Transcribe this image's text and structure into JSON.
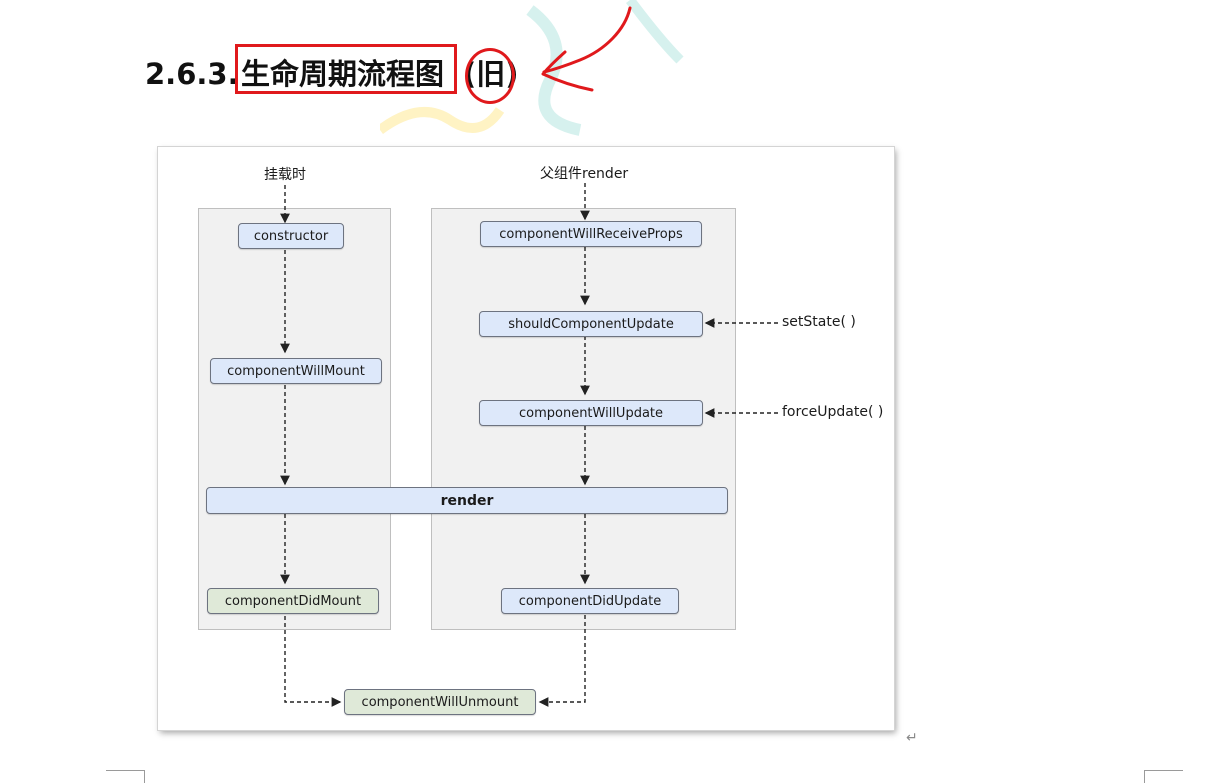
{
  "heading": {
    "number": "2.6.3.",
    "title": "生命周期流程图",
    "suffix": "(旧)"
  },
  "diagram": {
    "mount_label": "挂载时",
    "update_label": "父组件render",
    "nodes": {
      "constructor": "constructor",
      "componentWillMount": "componentWillMount",
      "render": "render",
      "componentDidMount": "componentDidMount",
      "componentWillReceiveProps": "componentWillReceiveProps",
      "shouldComponentUpdate": "shouldComponentUpdate",
      "componentWillUpdate": "componentWillUpdate",
      "componentDidUpdate": "componentDidUpdate",
      "componentWillUnmount": "componentWillUnmount"
    },
    "side_labels": {
      "setState": "setState( )",
      "forceUpdate": "forceUpdate( )"
    }
  },
  "colors": {
    "annotation_red": "#e0191c",
    "node_blue": "#dde8fa",
    "node_green": "#dfe9d8",
    "panel_gray": "#f1f1f1"
  },
  "paragraph_mark": "↵"
}
